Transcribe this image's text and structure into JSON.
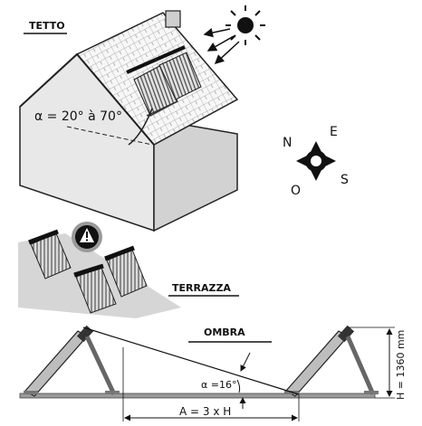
{
  "labels": {
    "roof": "TETTO",
    "terrace": "TERRAZZA",
    "shadow": "OMBRA",
    "roof_angle": "α = 20° à 70°",
    "shadow_angle": "α =16°",
    "spacing": "A = 3 x H",
    "height": "H = 1360 mm"
  },
  "compass": {
    "north": "N",
    "east": "E",
    "south": "S",
    "west": "O"
  },
  "icons": [
    "sun-icon",
    "warning-icon",
    "compass-icon"
  ],
  "colors": {
    "ink": "#111111",
    "house_wall": "#e6e6e6",
    "roof": "#f4f4f4",
    "ground": "#cfcfcf",
    "panel_frame": "#555555"
  }
}
